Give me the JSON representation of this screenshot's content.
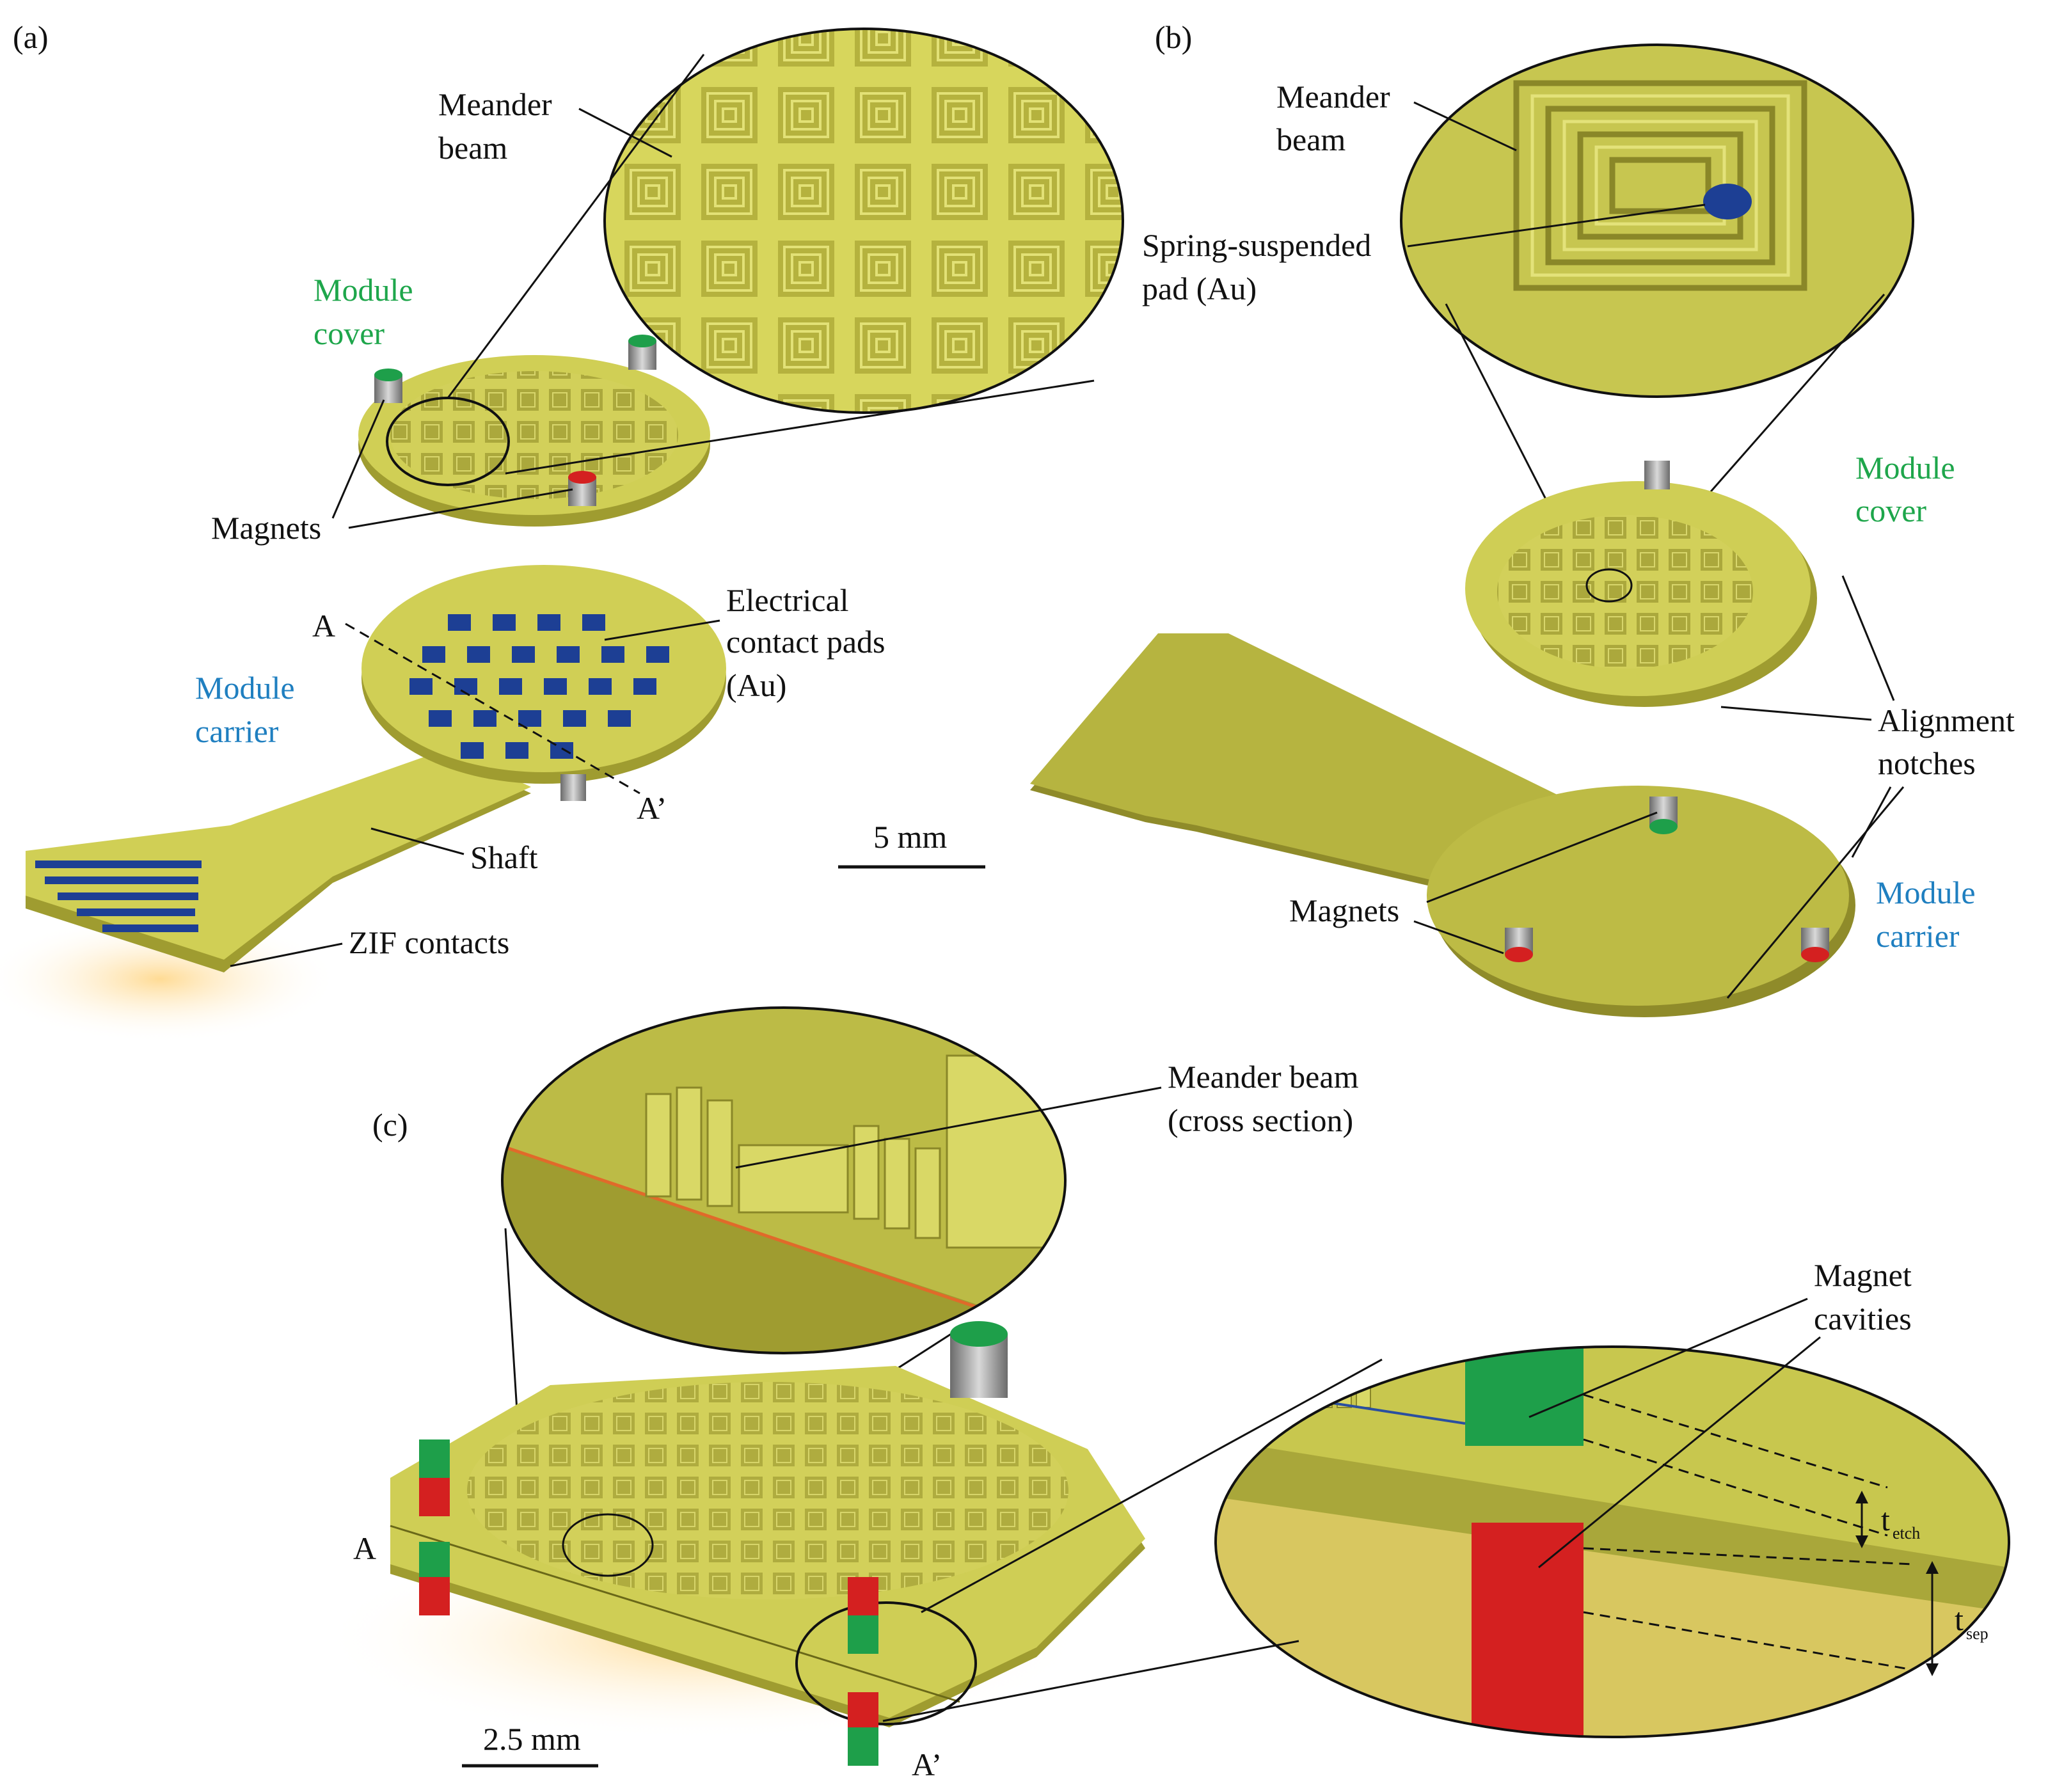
{
  "panels": {
    "a": {
      "label": "(a)",
      "meander_beam": [
        "Meander",
        "beam"
      ],
      "module_cover": [
        "Module",
        "cover"
      ],
      "magnets": "Magnets",
      "module_carrier": [
        "Module",
        "carrier"
      ],
      "electrical_pads": [
        "Electrical",
        "contact pads",
        "(Au)"
      ],
      "section_a": "A",
      "section_a_prime": "A’",
      "shaft": "Shaft",
      "zif": "ZIF contacts",
      "scale": "5 mm"
    },
    "b": {
      "label": "(b)",
      "meander_beam": [
        "Meander",
        "beam"
      ],
      "spring_pad": [
        "Spring-suspended",
        "pad (Au)"
      ],
      "module_cover": [
        "Module",
        "cover"
      ],
      "alignment": [
        "Alignment",
        "notches"
      ],
      "magnets": "Magnets",
      "module_carrier": [
        "Module",
        "carrier"
      ]
    },
    "c": {
      "label": "(c)",
      "meander_cross": [
        "Meander beam",
        "(cross section)"
      ],
      "magnet_cavities": [
        "Magnet",
        "cavities"
      ],
      "section_a": "A",
      "section_a_prime": "A’",
      "t_etch_main": "t",
      "t_etch_sub": "etch",
      "t_sep_main": "t",
      "t_sep_sub": "sep",
      "scale": "2.5 mm"
    }
  },
  "colors": {
    "gold": "#c9c84a",
    "gold_light": "#dede6a",
    "gold_dark": "#8f8b2a",
    "pad_blue": "#1d3f94",
    "magnet_green": "#1e9f4a",
    "magnet_red": "#d42020",
    "label_green": "#1ea64b",
    "label_blue": "#1f7fc0"
  }
}
